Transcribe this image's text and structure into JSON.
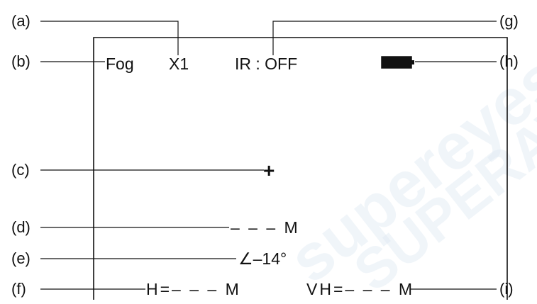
{
  "callouts": {
    "a": "(a)",
    "b": "(b)",
    "c": "(c)",
    "d": "(d)",
    "e": "(e)",
    "f": "(f)",
    "g": "(g)",
    "h": "(h)",
    "i": "(i)"
  },
  "display": {
    "mode": "Fog",
    "zoom": "X1",
    "ir_status": "IR : OFF",
    "crosshair": "+",
    "distance": "– – – M",
    "angle_symbol": "∠",
    "angle": "–14°",
    "height": "H=– – – M",
    "vertical_height": "VH=– – – M",
    "battery_icon": "battery-full-icon"
  },
  "watermark": {
    "text_1": "supereyes.ru",
    "text_2": "SUPERAV"
  },
  "colors": {
    "ink": "#111111",
    "background": "#ffffff",
    "watermark": "#dfe9f3"
  }
}
